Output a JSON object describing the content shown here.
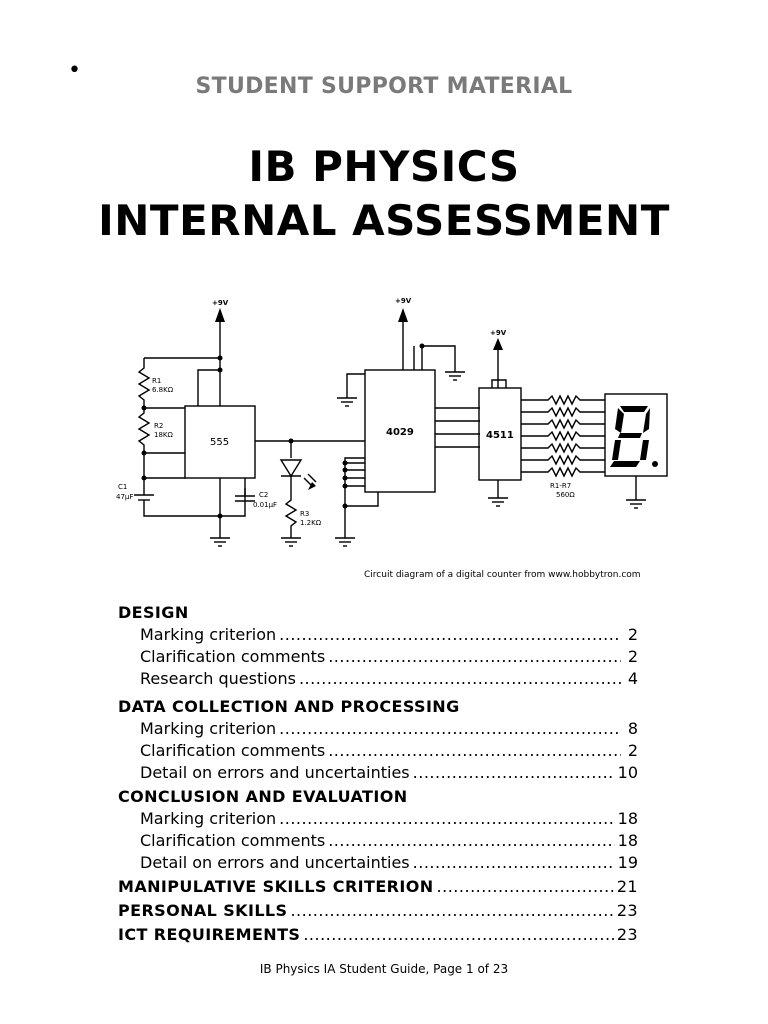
{
  "header": {
    "bullet": "•",
    "kicker": "STUDENT SUPPORT MATERIAL",
    "title_line1": "IB PHYSICS",
    "title_line2": "INTERNAL ASSESSMENT"
  },
  "circuit": {
    "v1": "+9V",
    "v2": "+9V",
    "v3": "+9V",
    "ic1": "555",
    "ic2": "4029",
    "ic3": "4511",
    "r1": "R1",
    "r1v": "6.8KΩ",
    "r2": "R2",
    "r2v": "18KΩ",
    "c1": "C1",
    "c1v": "47µF",
    "c2": "C2",
    "c2v": "0.01µF",
    "r3": "R3",
    "r3v": "1.2KΩ",
    "rr": "R1-R7",
    "rrv": "560Ω"
  },
  "caption": "Circuit diagram of a digital counter from www.hobbytron.com",
  "toc": {
    "design": "DESIGN",
    "design_items": [
      {
        "label": "Marking criterion",
        "page": "2"
      },
      {
        "label": "Clarification comments",
        "page": "2"
      },
      {
        "label": "Research questions",
        "page": "4"
      }
    ],
    "dcp": "DATA COLLECTION AND PROCESSING",
    "dcp_items": [
      {
        "label": "Marking criterion",
        "page": "8"
      },
      {
        "label": "Clarification comments",
        "page": "2"
      },
      {
        "label": "Detail on errors and uncertainties",
        "page": "10"
      }
    ],
    "ce": "CONCLUSION AND EVALUATION",
    "ce_items": [
      {
        "label": "Marking criterion",
        "page": "18"
      },
      {
        "label": "Clarification comments",
        "page": "18"
      },
      {
        "label": "Detail on errors and uncertainties",
        "page": "19"
      }
    ],
    "manip": {
      "label": "MANIPULATIVE SKILLS CRITERION",
      "page": "21"
    },
    "personal": {
      "label": "PERSONAL SKILLS",
      "page": "23"
    },
    "ict": {
      "label": "ICT REQUIREMENTS",
      "page": "23"
    }
  },
  "footer": "IB Physics IA Student Guide, Page 1 of 23"
}
